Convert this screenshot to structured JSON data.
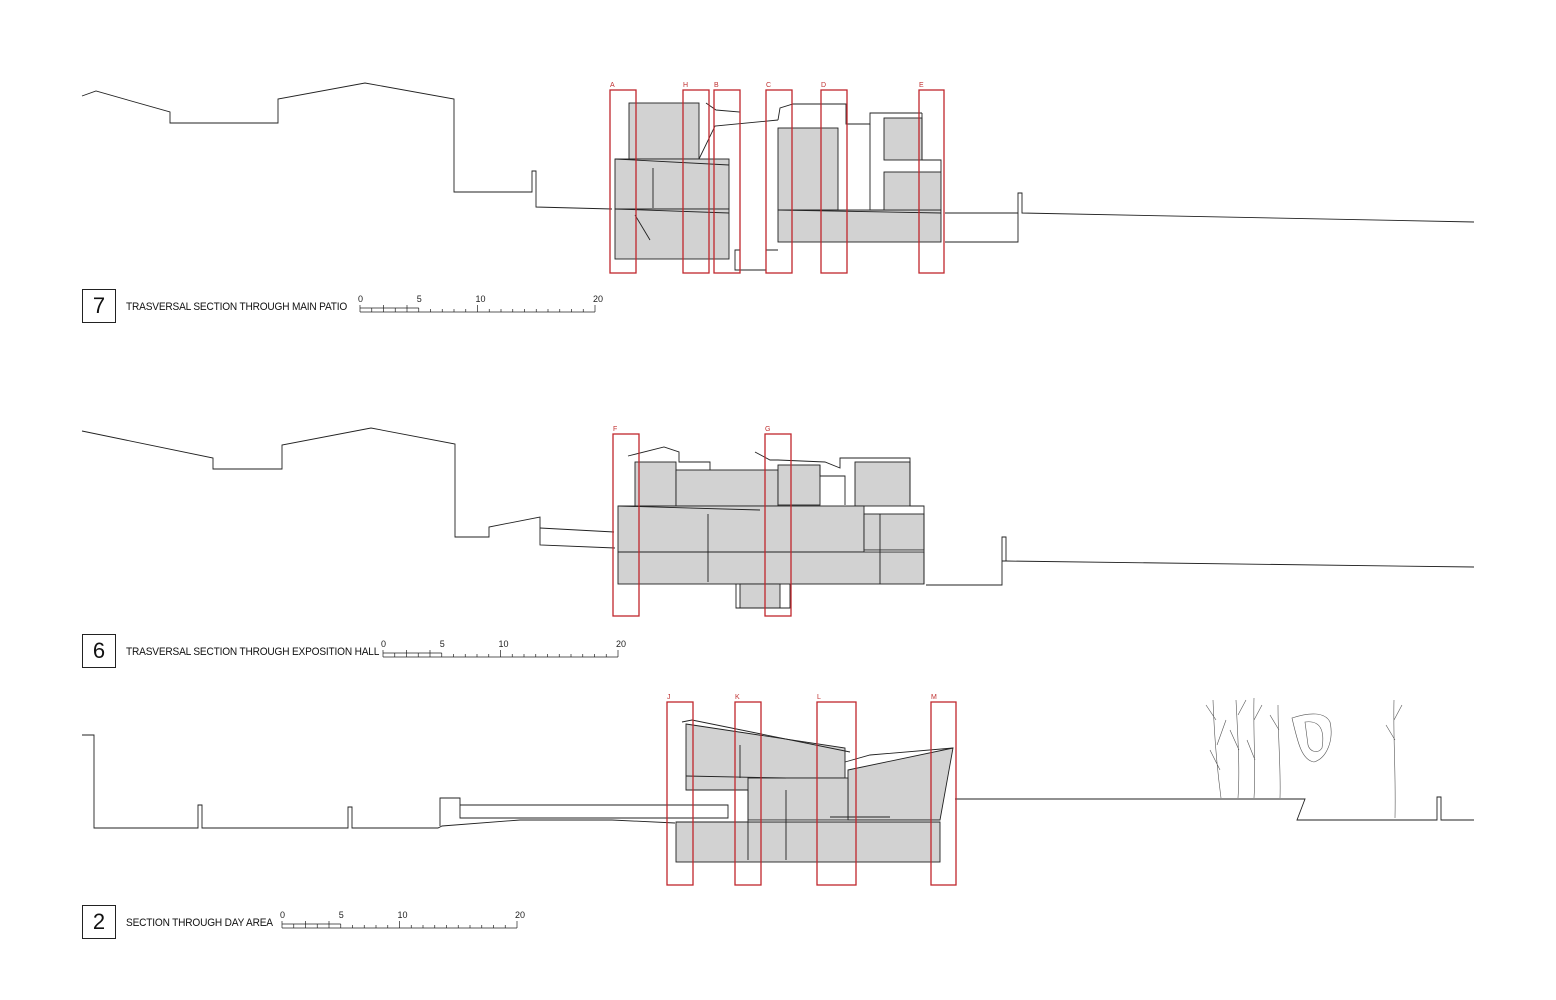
{
  "sections": [
    {
      "id": "s7",
      "number": "7",
      "title": "TRASVERSAL SECTION THROUGH MAIN PATIO",
      "scale": {
        "labels": [
          "0",
          "5",
          "10",
          "20"
        ]
      },
      "markers": [
        "A",
        "H",
        "B",
        "C",
        "D",
        "E"
      ]
    },
    {
      "id": "s6",
      "number": "6",
      "title": "TRASVERSAL SECTION THROUGH EXPOSITION HALL",
      "scale": {
        "labels": [
          "0",
          "5",
          "10",
          "20"
        ]
      },
      "markers": [
        "F",
        "G"
      ]
    },
    {
      "id": "s2",
      "number": "2",
      "title": "SECTION THROUGH DAY AREA",
      "scale": {
        "labels": [
          "0",
          "5",
          "10",
          "20"
        ]
      },
      "markers": [
        "J",
        "K",
        "L",
        "M"
      ]
    }
  ],
  "colors": {
    "marker": "#c0272d",
    "fill": "#d2d2d2",
    "line": "#222222"
  }
}
